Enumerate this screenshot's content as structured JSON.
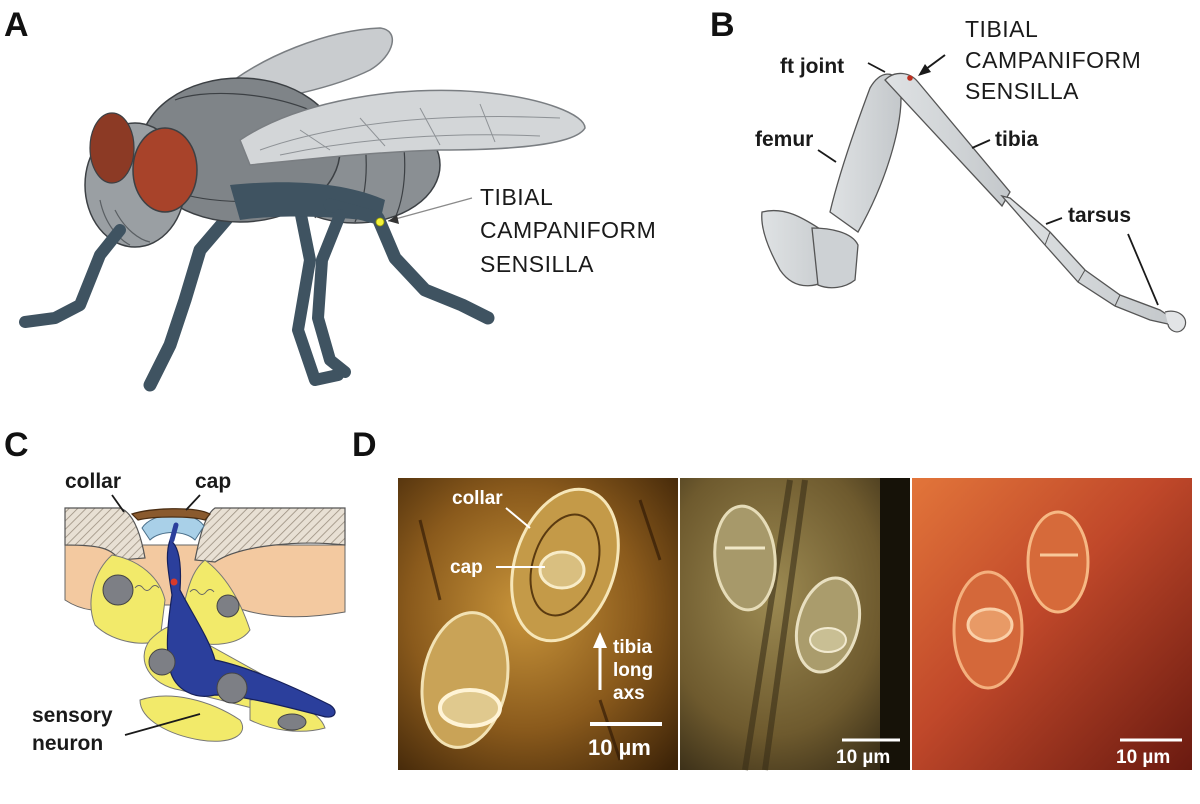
{
  "panel_labels": {
    "a": "A",
    "b": "B",
    "c": "C",
    "d": "D"
  },
  "panel_a": {
    "callout": [
      "TIBIAL",
      "CAMPANIFORM",
      "SENSILLA"
    ]
  },
  "panel_b": {
    "ft_joint": "ft joint",
    "callout": [
      "TIBIAL",
      "CAMPANIFORM",
      "SENSILLA"
    ],
    "femur": "femur",
    "tibia": "tibia",
    "tarsus": "tarsus"
  },
  "panel_c": {
    "collar": "collar",
    "cap": "cap",
    "neuron": [
      "sensory",
      "neuron"
    ]
  },
  "panel_d": {
    "collar": "collar",
    "cap": "cap",
    "axis": [
      "tibia",
      "long",
      "axs"
    ],
    "scale_1": "10 µm",
    "scale_2": "10 µm",
    "scale_3": "10 µm"
  },
  "colors": {
    "fly_body": "#8a8f93",
    "fly_legs": "#3f5361",
    "eye": "#a8432a",
    "sensilla_dot": "#f2f23a",
    "leg_fill": "#d3d6d9",
    "neuron": "#2b3f9c",
    "support_cell": "#f2ea6a",
    "micro_1": "#8a5a1c",
    "micro_2": "#6e5a2e",
    "micro_3": "#c0482a"
  }
}
